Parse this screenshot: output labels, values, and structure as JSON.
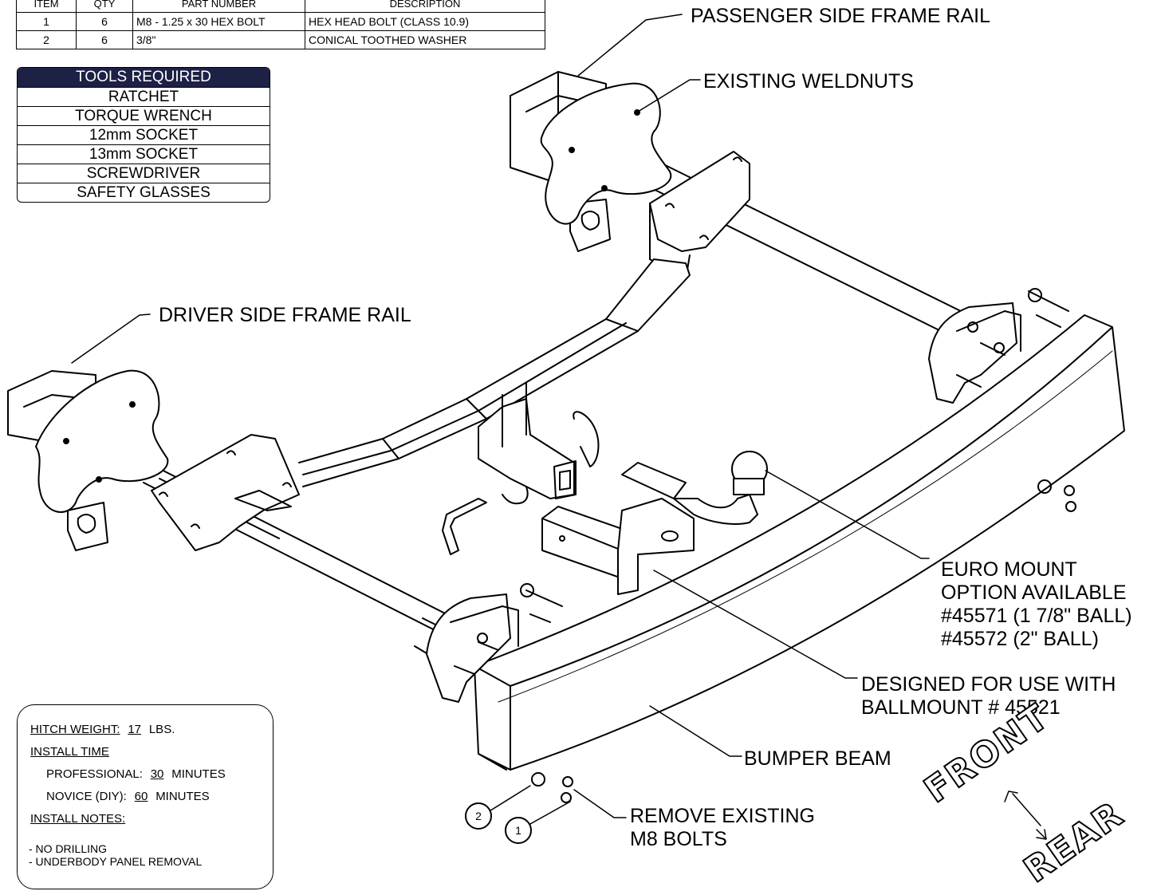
{
  "parts_table": {
    "headers": [
      "ITEM",
      "QTY",
      "PART NUMBER",
      "DESCRIPTION"
    ],
    "rows": [
      {
        "item": "1",
        "qty": "6",
        "part_number": "M8 - 1.25 x 30 HEX BOLT",
        "description": "HEX HEAD BOLT (CLASS 10.9)"
      },
      {
        "item": "2",
        "qty": "6",
        "part_number": "3/8\"",
        "description": "CONICAL TOOTHED WASHER"
      }
    ]
  },
  "tools_table": {
    "title": "TOOLS REQUIRED",
    "items": [
      "RATCHET",
      "TORQUE WRENCH",
      "12mm SOCKET",
      "13mm SOCKET",
      "SCREWDRIVER",
      "SAFETY GLASSES"
    ]
  },
  "callouts": {
    "passenger_rail": "PASSENGER SIDE FRAME RAIL",
    "weldnuts": "EXISTING WELDNUTS",
    "driver_rail": "DRIVER SIDE FRAME RAIL",
    "euro_mount": [
      "EURO MOUNT",
      "OPTION AVAILABLE",
      "#45571 (1 7/8\" BALL)",
      "#45572 (2\" BALL)"
    ],
    "designed_for": [
      "DESIGNED FOR USE WITH",
      "BALLMOUNT # 45521"
    ],
    "bumper_beam": "BUMPER BEAM",
    "remove_bolts": [
      "REMOVE EXISTING",
      "M8 BOLTS"
    ]
  },
  "balloons": [
    "2",
    "1"
  ],
  "info": {
    "weight_label": "HITCH WEIGHT:",
    "weight_value": "17",
    "weight_unit": "LBS.",
    "install_time_label": "INSTALL TIME",
    "professional_label": "PROFESSIONAL:",
    "professional_value": "30",
    "professional_unit": "MINUTES",
    "novice_label": "NOVICE (DIY):",
    "novice_value": "60",
    "novice_unit": "MINUTES",
    "notes_label": "INSTALL NOTES:",
    "notes": [
      "- NO DRILLING",
      "- UNDERBODY PANEL REMOVAL"
    ]
  },
  "direction": {
    "front": "FRONT",
    "rear": "REAR"
  },
  "colors": {
    "header_fill": "#1e2146",
    "line": "#000000",
    "background": "#ffffff"
  }
}
